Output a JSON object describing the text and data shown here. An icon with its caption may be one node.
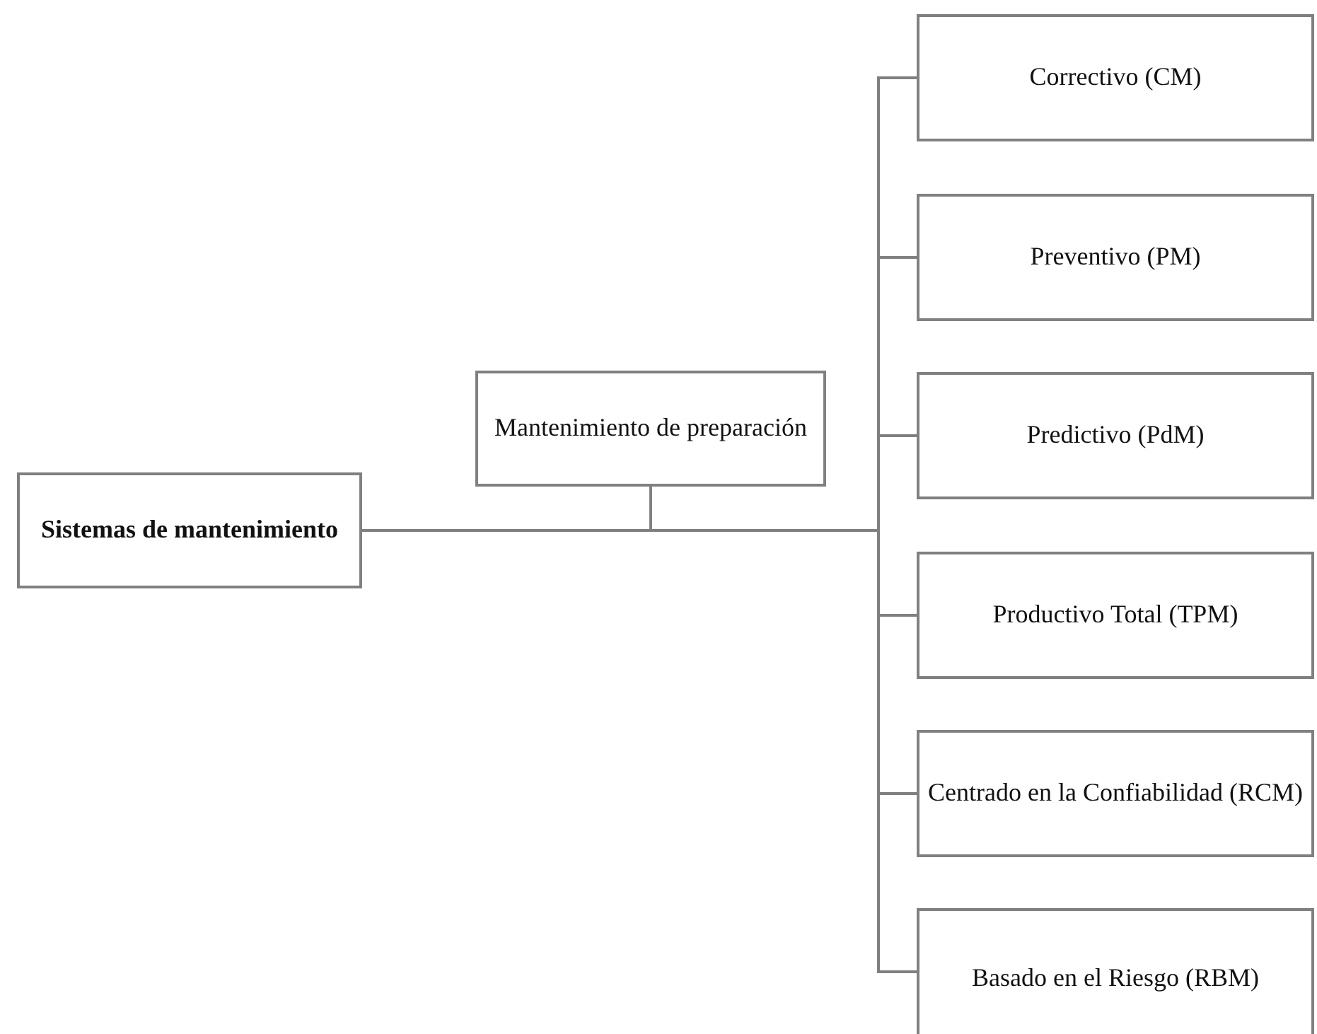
{
  "diagram": {
    "nodes": [
      {
        "text": [
          "Sistemas de mantenimiento"
        ]
      },
      {
        "text": [
          "Mantenimiento de preparación"
        ]
      },
      {
        "text": [
          "Correctivo (CM)"
        ]
      },
      {
        "text": [
          "Preventivo (PM)"
        ]
      },
      {
        "text": [
          "Predictivo (PdM)"
        ]
      },
      {
        "text": [
          "Productivo Total (TPM)"
        ]
      },
      {
        "text": [
          "Centrado en la Confiabilidad (RCM)"
        ]
      },
      {
        "text": [
          "Basado en el Riesgo (RBM)"
        ]
      }
    ],
    "edges": [
      {
        "from": 0,
        "to": 1,
        "arrow": "none"
      },
      {
        "from": 0,
        "to": 2,
        "arrow": "none"
      },
      {
        "from": 0,
        "to": 3,
        "arrow": "none"
      },
      {
        "from": 0,
        "to": 4,
        "arrow": "none"
      },
      {
        "from": 0,
        "to": 5,
        "arrow": "none"
      },
      {
        "from": 0,
        "to": 6,
        "arrow": "none"
      },
      {
        "from": 0,
        "to": 7,
        "arrow": "none"
      }
    ]
  }
}
